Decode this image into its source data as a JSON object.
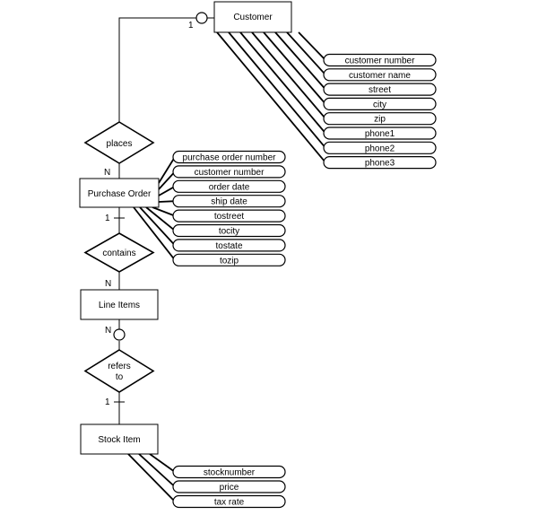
{
  "entities": {
    "customer": "Customer",
    "purchase_order": "Purchase Order",
    "line_items": "Line Items",
    "stock_item": "Stock Item"
  },
  "relationships": {
    "places": [
      "places"
    ],
    "contains": [
      "contains"
    ],
    "refers_to": [
      "refers",
      "to"
    ]
  },
  "cardinalities": {
    "customer_one": "1",
    "places_many": "N",
    "po_one": "1",
    "contains_many": "N",
    "lineitems_many": "N",
    "stock_one": "1"
  },
  "customer_attributes": [
    "customer number",
    "customer name",
    "street",
    "city",
    "zip",
    "phone1",
    "phone2",
    "phone3"
  ],
  "purchase_order_attributes": [
    "purchase order number",
    "customer number",
    "order date",
    "ship date",
    "tostreet",
    "tocity",
    "tostate",
    "tozip"
  ],
  "stock_item_attributes": [
    "stocknumber",
    "price",
    "tax rate"
  ]
}
